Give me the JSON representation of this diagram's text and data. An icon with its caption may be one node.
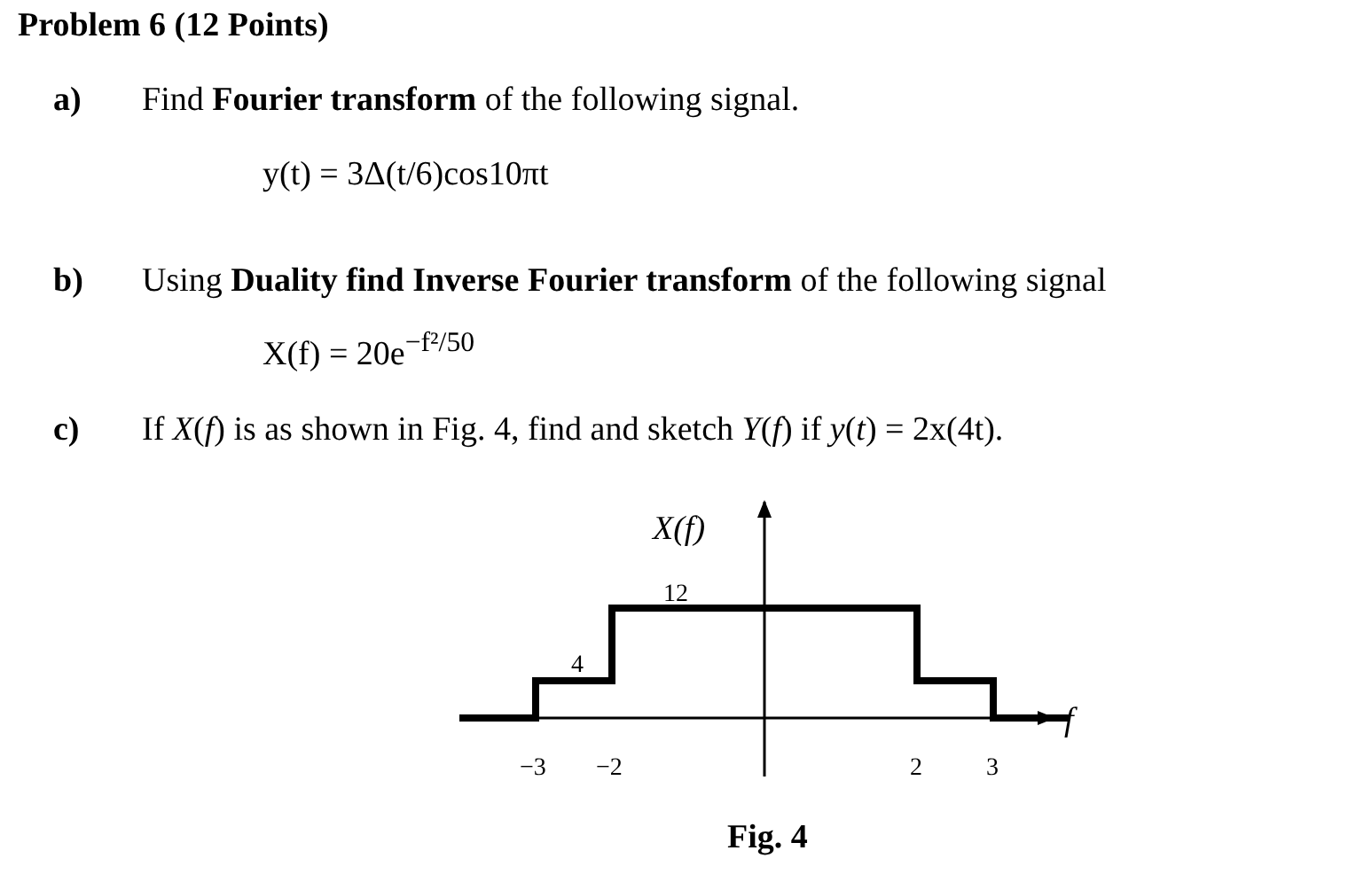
{
  "diagram": {
    "title": "Problem 6 (12 Points)",
    "caption": "Fig. 4",
    "labels": [
      "a)",
      "Find **Fourier transform** of the following signal.",
      "y(t) = 3Δ(t/6)cos10πt",
      "b)",
      "Using **Duality find Inverse Fourier transform** of the following signal",
      "X(f) = 20e$^{−f²/50}$",
      "c)",
      "If *X*(*f*) is as shown in Fig. 4, find and sketch *Y*(*f*) if *y*(*t*) = 2x(4t).",
      "X(f)",
      "12",
      "4",
      "f",
      "−3",
      "−2",
      "2",
      "3"
    ]
  }
}
